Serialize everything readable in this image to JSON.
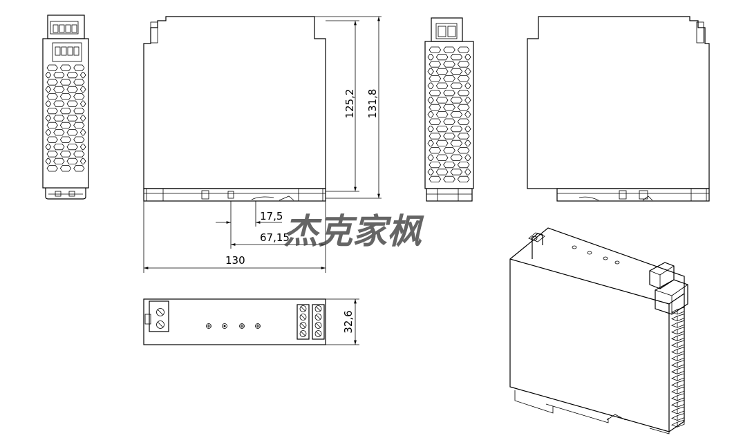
{
  "dimensions": {
    "height_inner": "125,2",
    "height_outer": "131,8",
    "offset_small": "17,5",
    "offset_mid": "67,15",
    "width_total": "130",
    "depth": "32,6"
  },
  "watermark": "杰克家枫"
}
